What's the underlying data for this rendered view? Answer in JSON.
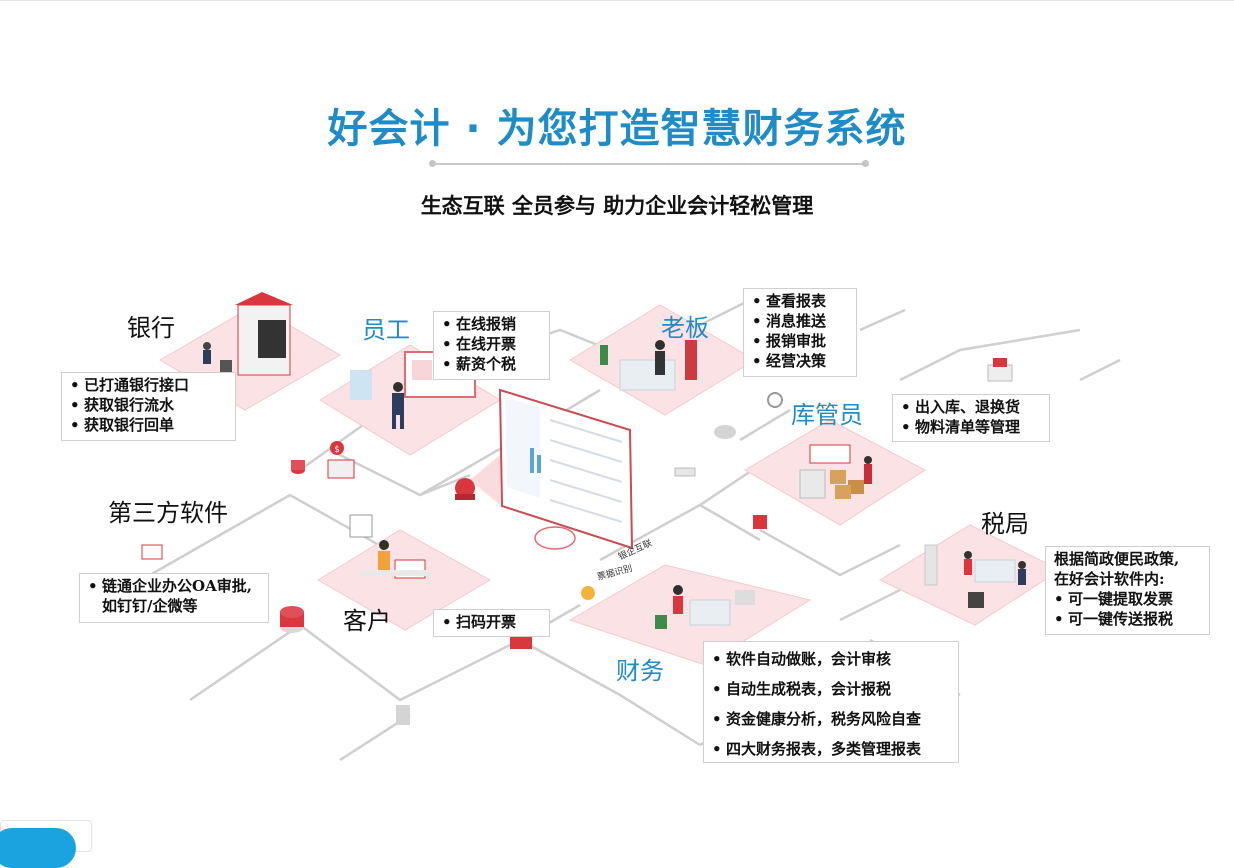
{
  "header": {
    "title": "好会计 · 为您打造智慧财务系统",
    "subtitle": "生态互联 全员参与 助力企业会计轻松管理"
  },
  "nodes": {
    "bank": {
      "label": "银行",
      "items": [
        "已打通银行接口",
        "获取银行流水",
        "获取银行回单"
      ]
    },
    "employee": {
      "label": "员工",
      "items": [
        "在线报销",
        "在线开票",
        "薪资个税"
      ]
    },
    "boss": {
      "label": "老板",
      "items": [
        "查看报表",
        "消息推送",
        "报销审批",
        "经营决策"
      ]
    },
    "warehouse": {
      "label": "库管员",
      "items": [
        "出入库、退换货",
        "物料清单等管理"
      ]
    },
    "third_party": {
      "label": "第三方软件",
      "items": [
        "链通企业办公OA审批,",
        "如钉钉/企微等"
      ]
    },
    "customer": {
      "label": "客户",
      "items": [
        "扫码开票"
      ]
    },
    "tax_bureau": {
      "label": "税局",
      "intro": [
        "根据简政便民政策,",
        "在好会计软件内:"
      ],
      "items": [
        "可一键提取发票",
        "可一键传送报税"
      ]
    },
    "finance": {
      "label": "财务",
      "items": [
        "软件自动做账，会计审核",
        "自动生成税表，会计报税",
        "资金健康分析，税务风险自查",
        "四大财务报表，多类管理报表"
      ]
    }
  },
  "scene_tags": [
    "银企互联",
    "票据识别"
  ],
  "colors": {
    "title": "#1f8cc7",
    "accent_red": "#d9363e",
    "platform_pink": "#fbe3e5",
    "line_gray": "#c8c8c8"
  }
}
